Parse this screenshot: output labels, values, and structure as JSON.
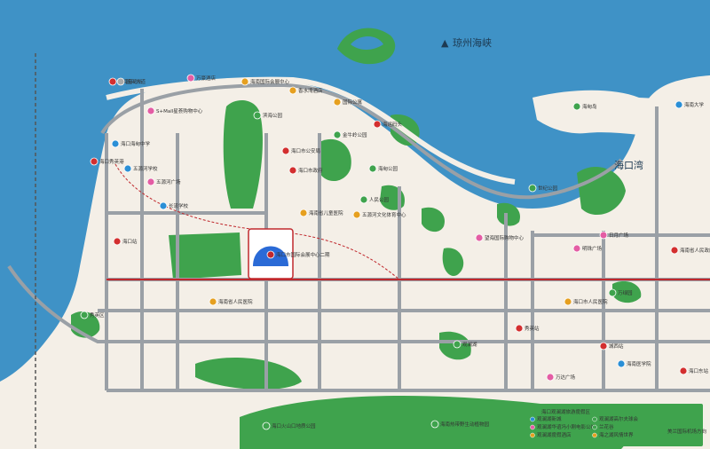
{
  "colors": {
    "sea": "#3f92c6",
    "land": "#f4efe7",
    "green": "#3fa34d",
    "road": "#a9a9a9",
    "metro": "#c0282d",
    "poi_school": "#2a8fd6",
    "poi_shop": "#e45da4",
    "poi_gov": "#d32f2f",
    "poi_culture": "#e6a020"
  },
  "labels": {
    "strait": "琼州海峡",
    "bay": "海口湾",
    "airport_direction": "美兰国际机场方向"
  },
  "pois": [
    {
      "id": "new-port",
      "text": "新海港码头",
      "icon": "anchor-icon",
      "kind": "gov"
    },
    {
      "id": "xiuying-port",
      "text": "海口秀英港",
      "icon": "anchor-icon",
      "kind": "gov"
    },
    {
      "id": "guoxing-ave",
      "text": "国兴大道",
      "icon": "road-icon",
      "kind": "road"
    },
    {
      "id": "wanxin-hotel",
      "text": "万豪酒店",
      "icon": "bag-icon",
      "kind": "shop"
    },
    {
      "id": "intl-convention",
      "text": "海南国际会展中心",
      "icon": "building-icon",
      "kind": "culture"
    },
    {
      "id": "xiangshuiwan",
      "text": "香水湾酒店",
      "icon": "hotel-icon",
      "kind": "culture"
    },
    {
      "id": "haiyun-wharf",
      "text": "海运码头",
      "icon": "anchor-icon",
      "kind": "gov"
    },
    {
      "id": "mall",
      "text": "S+Mall星荟购物中心",
      "icon": "bag-icon",
      "kind": "shop"
    },
    {
      "id": "bay-park",
      "text": "滨海公园",
      "icon": "tree-icon",
      "kind": "green"
    },
    {
      "id": "shiji-park",
      "text": "世纪公园",
      "icon": "tree-icon",
      "kind": "green"
    },
    {
      "id": "international-apartment",
      "text": "国际公寓",
      "icon": "building-icon",
      "kind": "culture"
    },
    {
      "id": "haidian-island",
      "text": "海甸岛",
      "icon": "tree-icon",
      "kind": "green"
    },
    {
      "id": "haidian-gongyuan",
      "text": "海甸公园",
      "icon": "tree-icon",
      "kind": "green"
    },
    {
      "id": "renmin-park",
      "text": "人民公园",
      "icon": "tree-icon",
      "kind": "green"
    },
    {
      "id": "wanglv-school",
      "text": "海口海甸中学",
      "icon": "school-icon",
      "kind": "school"
    },
    {
      "id": "hainan-univ",
      "text": "海南大学",
      "icon": "school-icon",
      "kind": "school"
    },
    {
      "id": "haikou-gov",
      "text": "海口市政府",
      "icon": "star-icon",
      "kind": "gov"
    },
    {
      "id": "police",
      "text": "海口市公安局",
      "icon": "police-icon",
      "kind": "gov"
    },
    {
      "id": "hainan-gov",
      "text": "海南省人民政府",
      "icon": "star-icon",
      "kind": "gov"
    },
    {
      "id": "xiuying-district",
      "text": "秀英区",
      "icon": "tree-icon",
      "kind": "green"
    },
    {
      "id": "sports-center",
      "text": "五源河文化体育中心",
      "icon": "building-icon",
      "kind": "culture"
    },
    {
      "id": "wuyuanhe-school",
      "text": "五源河学校",
      "icon": "school-icon",
      "kind": "school"
    },
    {
      "id": "wuyuanhe-plaza",
      "text": "五源河广场",
      "icon": "bag-icon",
      "kind": "shop"
    },
    {
      "id": "changliu-school",
      "text": "长流学校",
      "icon": "school-icon",
      "kind": "school"
    },
    {
      "id": "renmin-hospital",
      "text": "海南省人民医院",
      "icon": "hospital-icon",
      "kind": "culture"
    },
    {
      "id": "children-hospital",
      "text": "海南省儿童医院",
      "icon": "hospital-icon",
      "kind": "culture"
    },
    {
      "id": "wanghai-mall",
      "text": "望海国际购物中心",
      "icon": "bag-icon",
      "kind": "shop"
    },
    {
      "id": "haikou-station",
      "text": "海口站",
      "icon": "train-icon",
      "kind": "gov"
    },
    {
      "id": "haikou-east",
      "text": "海口东站",
      "icon": "train-icon",
      "kind": "gov"
    },
    {
      "id": "jinniuling",
      "text": "金牛岭公园",
      "icon": "tree-icon",
      "kind": "green"
    },
    {
      "id": "wanlv",
      "text": "万绿园",
      "icon": "tree-icon",
      "kind": "green"
    },
    {
      "id": "shopping-center",
      "text": "日月广场",
      "icon": "bag-icon",
      "kind": "shop"
    },
    {
      "id": "mingzhu-plaza",
      "text": "明珠广场",
      "icon": "bag-icon",
      "kind": "shop"
    },
    {
      "id": "chengxi",
      "text": "城西站",
      "icon": "train-icon",
      "kind": "gov"
    },
    {
      "id": "xiuying-station",
      "text": "秀英站",
      "icon": "train-icon",
      "kind": "gov"
    },
    {
      "id": "wanda",
      "text": "万达广场",
      "icon": "bag-icon",
      "kind": "shop"
    },
    {
      "id": "huaxia",
      "text": "海口市人民医院",
      "icon": "hospital-icon",
      "kind": "culture"
    },
    {
      "id": "meilan",
      "text": "海南医学院",
      "icon": "school-icon",
      "kind": "school"
    },
    {
      "id": "guanlan",
      "text": "观澜湖",
      "icon": "tree-icon",
      "kind": "green"
    },
    {
      "id": "park-south",
      "text": "海口火山口地质公园",
      "icon": "tree-icon",
      "kind": "green"
    },
    {
      "id": "botanic",
      "text": "海南热带野生动植物园",
      "icon": "tree-icon",
      "kind": "green"
    },
    {
      "id": "project",
      "text": "海口市国际会展中心二期",
      "icon": "star-icon",
      "kind": "project"
    }
  ],
  "legend": {
    "title": "海口观澜湖旅游度假区",
    "items": [
      {
        "text": "观澜湖新城",
        "icon": "school-icon",
        "color": "#2a8fd6"
      },
      {
        "text": "观澜湖华谊冯小刚电影公社",
        "icon": "bag-icon",
        "color": "#e45da4"
      },
      {
        "text": "观澜湖度假酒店",
        "icon": "hotel-icon",
        "color": "#e6a020"
      },
      {
        "text": "观澜湖高尔夫球会",
        "icon": "tree-icon",
        "color": "#3fa34d"
      },
      {
        "text": "兰花谷",
        "icon": "tree-icon",
        "color": "#3fa34d"
      },
      {
        "text": "海之湖风情世界",
        "icon": "hotel-icon",
        "color": "#e6a020"
      }
    ]
  }
}
